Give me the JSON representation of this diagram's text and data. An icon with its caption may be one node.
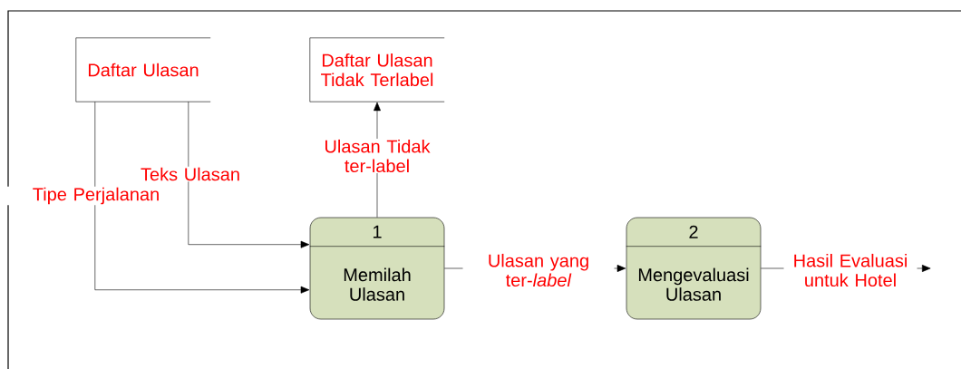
{
  "diagram": {
    "nodes": [
      {
        "text": [
          "Daftar Ulasan"
        ]
      },
      {
        "text": [
          "Daftar Ulasan Tidak Terlabel"
        ]
      },
      {
        "text": [
          "1",
          "Memilah Ulasan"
        ]
      },
      {
        "text": [
          "2",
          "Mengevaluasi Ulasan"
        ]
      }
    ],
    "edges": [
      {
        "from": 0,
        "to": 2,
        "arrow": "to",
        "label": "Teks Ulasan"
      },
      {
        "from": 0,
        "to": 2,
        "arrow": "to",
        "label": "Tipe Perjalanan"
      },
      {
        "from": 2,
        "to": 1,
        "arrow": "to",
        "label": "Ulasan Tidak ter-label"
      },
      {
        "from": 2,
        "to": 3,
        "arrow": "to",
        "label": "Ulasan yang ter-*label*"
      },
      {
        "from": 3,
        "to": null,
        "arrow": "to",
        "label": "Hasil Evaluasi untuk Hotel"
      }
    ]
  }
}
